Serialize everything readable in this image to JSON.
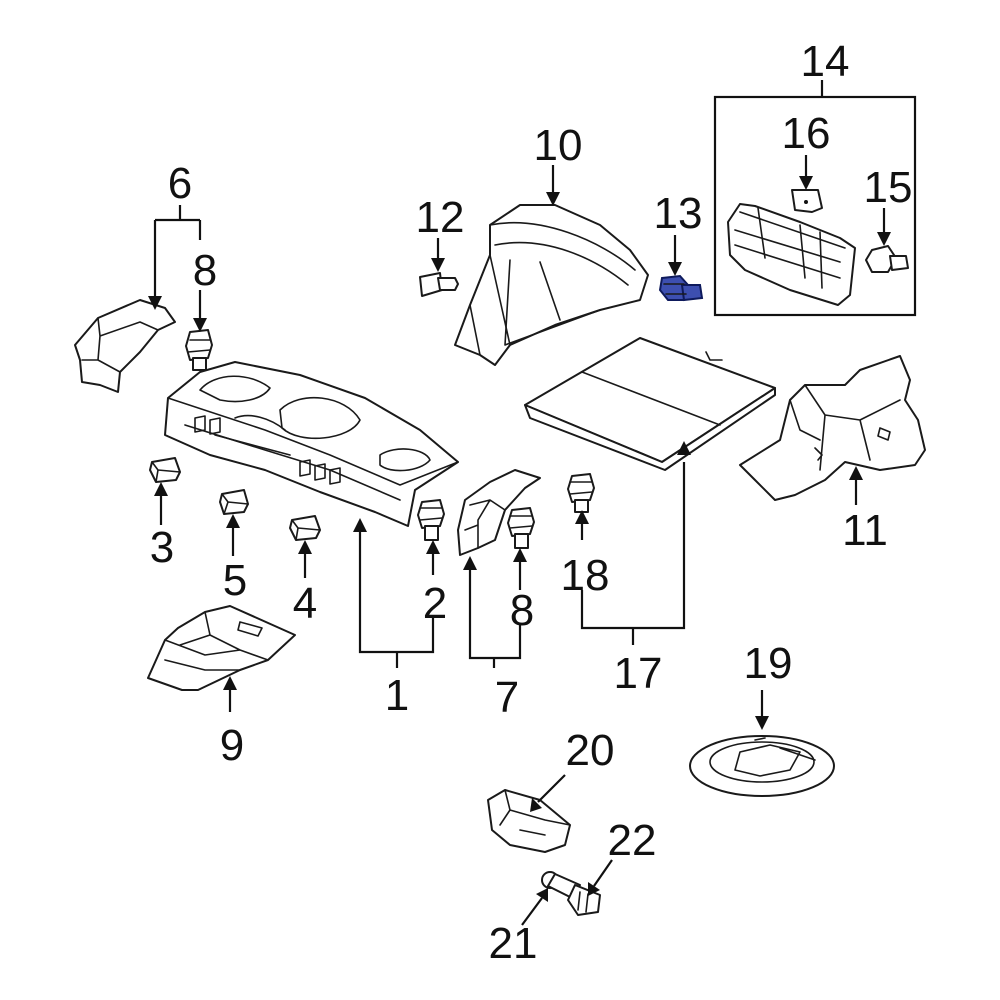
{
  "diagram": {
    "highlight_color": "#3d4fb0",
    "callouts": {
      "c1": "1",
      "c2": "2",
      "c3": "3",
      "c4": "4",
      "c5": "5",
      "c6": "6",
      "c7": "7",
      "c8a": "8",
      "c8b": "8",
      "c9": "9",
      "c10": "10",
      "c11": "11",
      "c12": "12",
      "c13": "13",
      "c14": "14",
      "c15": "15",
      "c16": "16",
      "c17": "17",
      "c18": "18",
      "c19": "19",
      "c20": "20",
      "c21": "21",
      "c22": "22"
    }
  }
}
